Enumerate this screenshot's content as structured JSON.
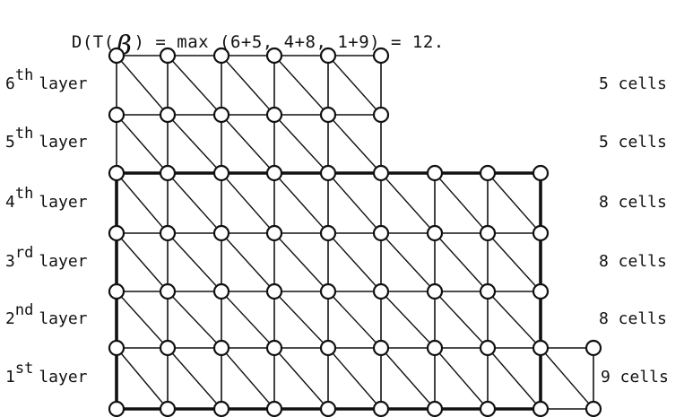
{
  "formula": {
    "prefix": "D(T(",
    "symbol": "β",
    "suffix": ") = max (6+5, 4+8, 1+9) = 12."
  },
  "layers": [
    {
      "num": "6",
      "ordinal_suffix": "th",
      "word": "layer",
      "cells": "5 cells"
    },
    {
      "num": "5",
      "ordinal_suffix": "th",
      "word": "layer",
      "cells": "5 cells"
    },
    {
      "num": "4",
      "ordinal_suffix": "th",
      "word": "layer",
      "cells": "8 cells"
    },
    {
      "num": "3",
      "ordinal_suffix": "rd",
      "word": "layer",
      "cells": "8 cells"
    },
    {
      "num": "2",
      "ordinal_suffix": "nd",
      "word": "layer",
      "cells": "8 cells"
    },
    {
      "num": "1",
      "ordinal_suffix": "st",
      "word": "layer",
      "cells": "9 cells"
    }
  ],
  "grid": {
    "top_row_cells": [
      5,
      5,
      8,
      8,
      8,
      9
    ],
    "node_style": "open-circle",
    "edge_color": "#111111"
  }
}
